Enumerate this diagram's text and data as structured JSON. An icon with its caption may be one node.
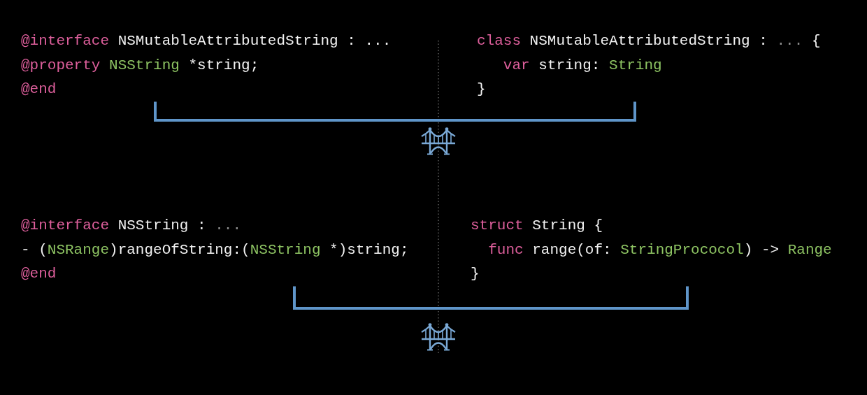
{
  "diagram": {
    "nodes": [
      {
        "text": [
          "@interface NSMutableAttributedString : ...",
          "@property NSString *string;",
          "@end"
        ]
      },
      {
        "text": [
          "class NSMutableAttributedString : ... {",
          "var string: String",
          "}"
        ]
      },
      {
        "text": [
          "@interface NSString : ...",
          "- (NSRange)rangeOfString:(NSString *)string;",
          "@end"
        ]
      },
      {
        "text": [
          "struct String {",
          "func range(of: StringPrococol) -> Range",
          "}"
        ]
      }
    ],
    "edges": [
      {
        "from": 0,
        "to": 1,
        "arrow": "none"
      },
      {
        "from": 2,
        "to": 3,
        "arrow": "none"
      }
    ]
  }
}
